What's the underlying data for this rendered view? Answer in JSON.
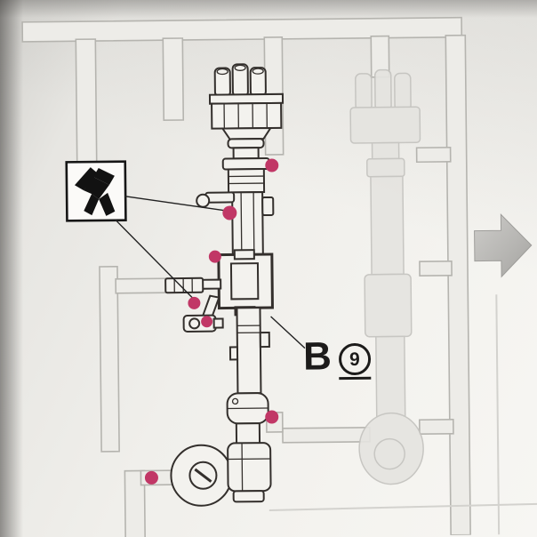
{
  "manual": {
    "part_code_letter": "B",
    "part_code_number": "9",
    "cut_marker_count": 7,
    "tool_icon": "nipper-icon",
    "next_arrow_icon": "next-step-arrow-icon",
    "arrow_direction": "right"
  },
  "colors": {
    "cut_marker": "#c13766",
    "part_line": "#332f2c",
    "sprue_line": "#b5b4af",
    "paper": "#f3f2ee"
  }
}
